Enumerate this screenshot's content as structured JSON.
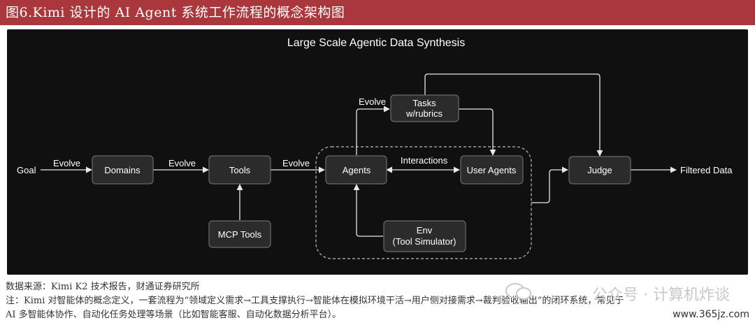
{
  "header": {
    "title": "图6.Kimi 设计的 AI Agent 系统工作流程的概念架构图",
    "bg_color": "#a9373b"
  },
  "diagram": {
    "title": "Large Scale Agentic Data Synthesis",
    "bg_color": "#101010",
    "node_fill": "#2b2b2b",
    "node_stroke": "#6a6a6a",
    "text_color": "#ffffff",
    "nodes": {
      "domains": "Domains",
      "tools": "Tools",
      "mcp_tools": "MCP Tools",
      "agents": "Agents",
      "user_agents": "User Agents",
      "tasks_line1": "Tasks",
      "tasks_line2": "w/rubrics",
      "env_line1": "Env",
      "env_line2": "(Tool Simulator)",
      "judge": "Judge"
    },
    "labels": {
      "goal": "Goal",
      "evolve_1": "Evolve",
      "evolve_2": "Evolve",
      "evolve_3": "Evolve",
      "evolve_4": "Evolve",
      "interactions": "Interactions",
      "filtered_data": "Filtered Data"
    }
  },
  "footer": {
    "source": "数据来源：Kimi K2 技术报告，财通证券研究所",
    "note_line1": "注：Kimi 对智能体的概念定义，一套流程为“领域定义需求→工具支撑执行→智能体在模拟环境干活→用户侧对接需求→裁判验收输出”的闭环系统，常见于",
    "note_line2": "AI 多智能体协作、自动化任务处理等场景（比如智能客服、自动化数据分析平台）。"
  },
  "watermark": {
    "text": "公众号 · 计算机炸谈",
    "site": "www.365jz.com"
  }
}
